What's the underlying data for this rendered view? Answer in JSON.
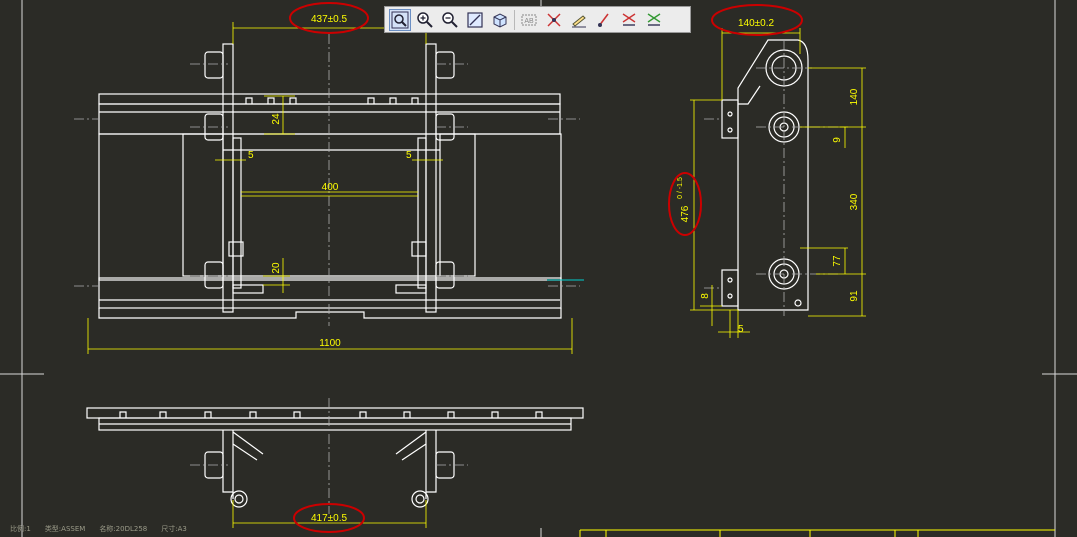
{
  "toolbar": {
    "buttons": [
      {
        "icon": "zoom-window-icon",
        "active": true
      },
      {
        "icon": "zoom-in-icon"
      },
      {
        "icon": "zoom-out-icon"
      },
      {
        "icon": "zoom-fit-icon"
      },
      {
        "icon": "view-3d-icon"
      },
      {
        "icon": "text-style-icon",
        "label": "AB"
      },
      {
        "icon": "dimension-toggle-icon"
      },
      {
        "icon": "annotation-toggle-icon"
      },
      {
        "icon": "sketch-toggle-icon"
      },
      {
        "icon": "hide-dimensions-icon"
      },
      {
        "icon": "show-dimensions-icon"
      }
    ]
  },
  "dimensions": {
    "front_top_width": "437±0.5",
    "side_top_width": "140±0.2",
    "plate_thickness": "24",
    "gap_left": "5",
    "gap_right": "5",
    "inner_span": "400",
    "lower_offset": "20",
    "overall_width": "1100",
    "side_upper": "140",
    "side_small": "9",
    "side_middle": "340",
    "side_lower": "77",
    "side_bottom": "91",
    "side_height": "476",
    "side_height_tol": "0 / -1.5",
    "side_left_small": "8",
    "side_bottom_small": "5",
    "bottom_width": "417±0.5"
  },
  "status": {
    "scale": "比例:1",
    "type": "类型:ASSEM",
    "name": "名称:20DL258",
    "size": "尺寸:A3"
  },
  "colors": {
    "background": "#2b2b26",
    "geometry": "#ffffff",
    "dimension": "#ffff00",
    "highlight": "#cc0000",
    "center_line": "#b0b0b0",
    "accent": "#00cccc"
  }
}
